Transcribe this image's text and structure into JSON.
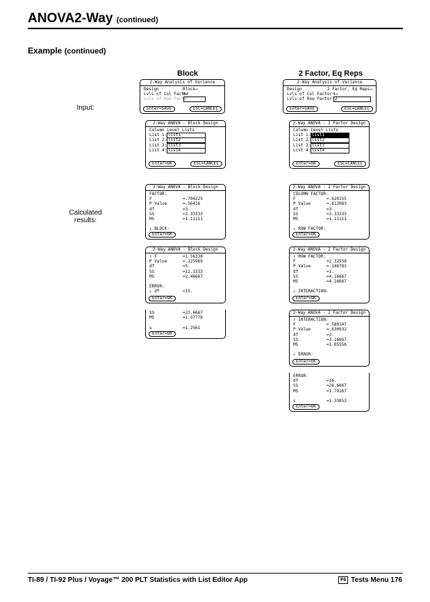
{
  "header": {
    "title": "ANOVA2-Way",
    "sub": "(continued)"
  },
  "section": {
    "title": "Example",
    "sub": "(continued)"
  },
  "columns": {
    "left": "Block",
    "right": "2 Factor, Eq Reps"
  },
  "rows": {
    "input": "Input:",
    "calc1": "Calculated",
    "calc2": "results:"
  },
  "screens": {
    "s1": {
      "title": "2-Way Analysis of Variance",
      "lines": [
        [
          "Design",
          "Block→"
        ],
        [
          "Lvls of Col Factor",
          "4→"
        ],
        [
          "Lvls of Row Factor",
          ""
        ]
      ],
      "btnL": "Enter=SAVE",
      "btnR": "ESC=CANCEL"
    },
    "s2": {
      "title": "2-Way Analysis of Variance",
      "lines": [
        [
          "Design",
          "2 Factor, Eq Reps→"
        ],
        [
          "Lvls of Col Factor",
          "4→"
        ],
        [
          "Lvls of Row Factor",
          "2"
        ]
      ],
      "btnL": "Enter=SAVE",
      "btnR": "ESC=CANCEL"
    },
    "s3": {
      "title": "2-Way ANOVA - Block Design",
      "head": "Column Level Lists",
      "lists": [
        "list1",
        "list2",
        "list3",
        "list4"
      ],
      "labels": [
        "List 1:",
        "List 2:",
        "List 3:",
        "List 4:"
      ],
      "btnL": "Enter=OK",
      "btnR": "ESC=CANCEL"
    },
    "s4": {
      "title": "2-Way ANOVA - 2 Factor Design",
      "head": "Column Level Lists",
      "lists": [
        "list1",
        "list2",
        "list3",
        "list4"
      ],
      "labels": [
        "List 1:",
        "List 2:",
        "List 3:",
        "List 4:"
      ],
      "btnL": "Enter=OK",
      "btnR": "ESC=CANCEL"
    },
    "s5": {
      "title": "2-Way ANOVA - Block Design",
      "lines": [
        [
          "FACTOR:",
          ""
        ],
        [
          "F",
          "=.704225"
        ],
        [
          "P Value",
          "=.56416"
        ],
        [
          "df",
          "=3."
        ],
        [
          "SS",
          "=3.33333"
        ],
        [
          "MS",
          "=1.11111"
        ],
        [
          "",
          ""
        ],
        [
          "↓ BLOCK:",
          ""
        ]
      ],
      "btnL": "Enter=OK"
    },
    "s6": {
      "title": "2-Way ANOVA - 2 Factor Design",
      "lines": [
        [
          "COLUMN FACTOR:",
          ""
        ],
        [
          "F",
          "=.620155"
        ],
        [
          "P Value",
          "=.612083"
        ],
        [
          "df",
          "=3."
        ],
        [
          "SS",
          "=3.33333"
        ],
        [
          "MS",
          "=1.11111"
        ],
        [
          "",
          ""
        ],
        [
          "↓ ROW FACTOR:",
          ""
        ]
      ],
      "btnL": "Enter=OK"
    },
    "s7": {
      "title": "2-Way ANOVA - Block Design",
      "lines": [
        [
          "↑ F",
          "=1.56338"
        ],
        [
          "P Value",
          "=.125969"
        ],
        [
          "df",
          "=5."
        ],
        [
          "SS",
          "=12.3333"
        ],
        [
          "MS",
          "=2.46667"
        ],
        [
          "",
          ""
        ],
        [
          "ERROR:",
          ""
        ],
        [
          "↓ df",
          "=15."
        ]
      ],
      "btnL": "Enter=OK"
    },
    "s8": {
      "title": "2-Way ANOVA - 2 Factor Design",
      "lines": [
        [
          "↑ ROW FACTOR:",
          ""
        ],
        [
          "F",
          "=2.32558"
        ],
        [
          "P Value",
          "=.146783"
        ],
        [
          "df",
          "=1."
        ],
        [
          "SS",
          "=4.16667"
        ],
        [
          "MS",
          "=4.16667"
        ],
        [
          "",
          ""
        ],
        [
          "↓ INTERACTION:",
          ""
        ]
      ],
      "btnL": "Enter=OK"
    },
    "s9": {
      "lines": [
        [
          "SS",
          "=23.6667"
        ],
        [
          "MS",
          "=1.57778"
        ],
        [
          "",
          ""
        ],
        [
          "s",
          "=1.2561"
        ]
      ],
      "btnL": "Enter=OK"
    },
    "s10": {
      "title": "2-Way ANOVA - 2 Factor Design",
      "lines": [
        [
          "↑ INTERACTION:",
          ""
        ],
        [
          "F",
          "=.589147"
        ],
        [
          "P Value",
          "=.630932"
        ],
        [
          "df",
          "=3."
        ],
        [
          "SS",
          "=3.16667"
        ],
        [
          "MS",
          "=1.05556"
        ],
        [
          "",
          ""
        ],
        [
          "↓ ERROR:",
          ""
        ]
      ],
      "btnL": "Enter=OK"
    },
    "s11": {
      "lines": [
        [
          "ERROR:",
          ""
        ],
        [
          "df",
          "=16."
        ],
        [
          "SS",
          "=28.6667"
        ],
        [
          "MS",
          "=1.79167"
        ],
        [
          "",
          ""
        ],
        [
          "s",
          "=1.33853"
        ]
      ],
      "btnL": "Enter=OK"
    }
  },
  "footer": {
    "left": "TI-89 / TI-92 Plus / Voyage™ 200 PLT  Statistics with List Editor App",
    "key": "F6",
    "right": "Tests Menu  176"
  }
}
